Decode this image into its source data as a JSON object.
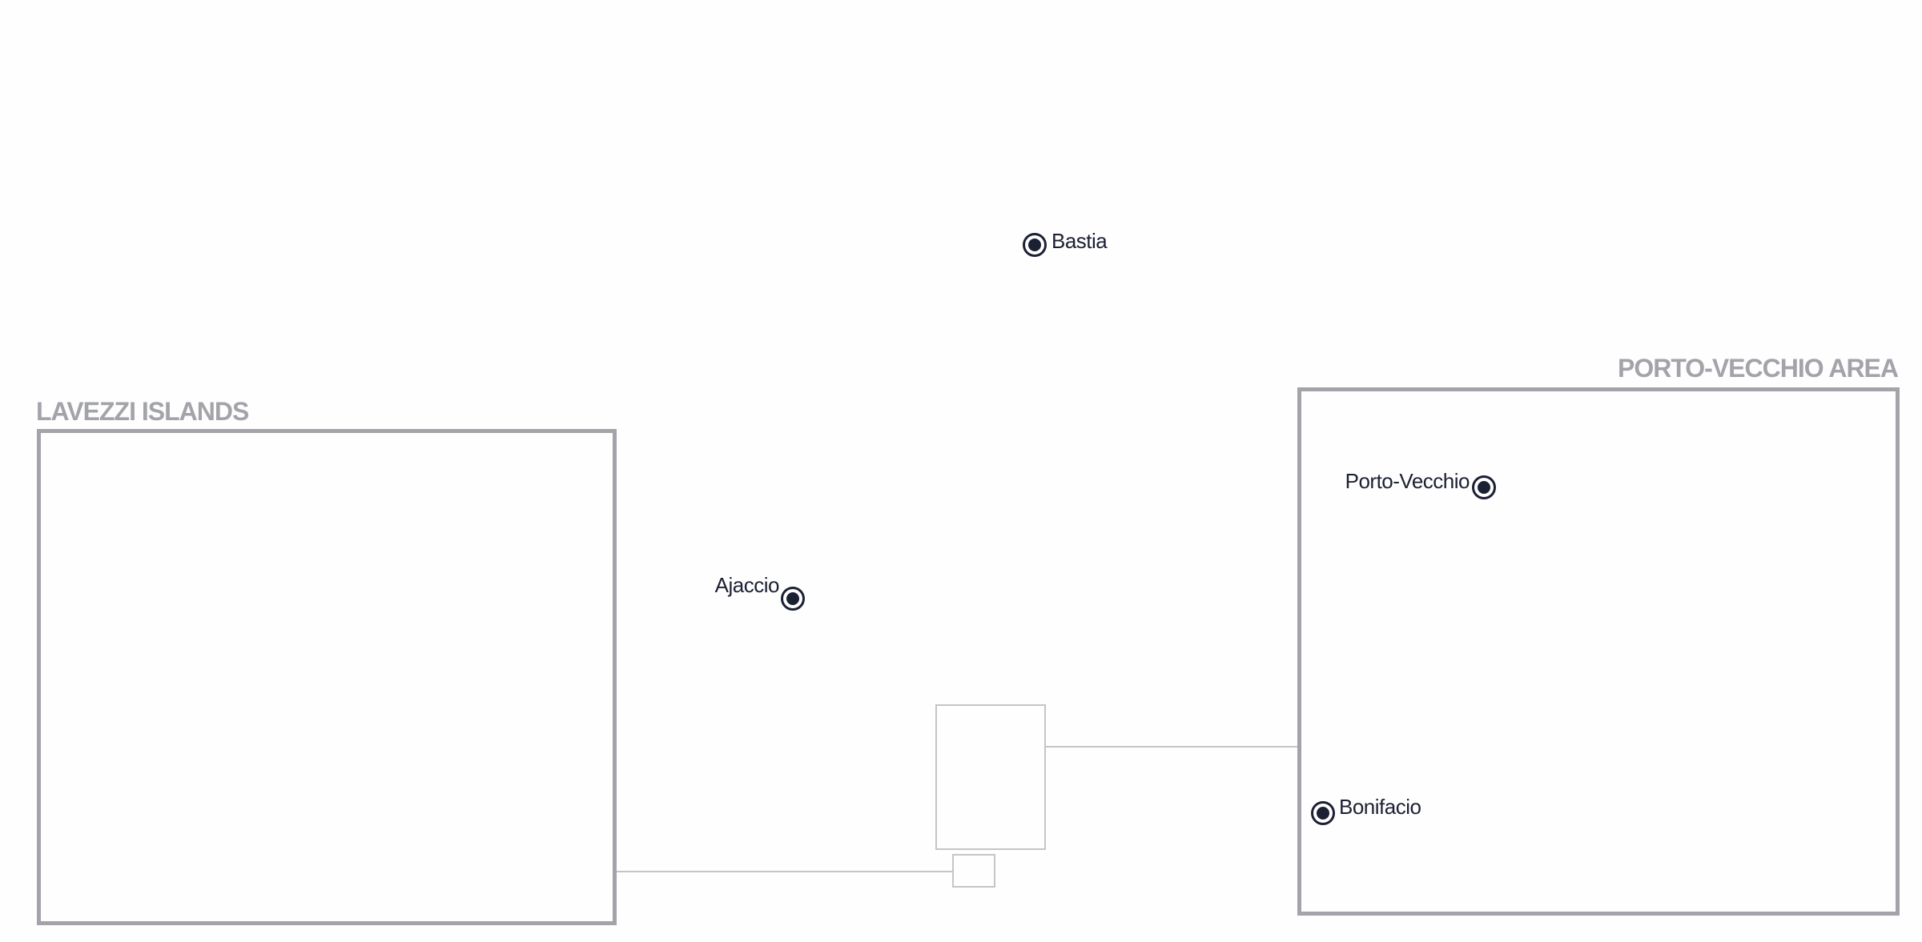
{
  "insets": {
    "lavezzi": {
      "title": "LAVEZZI ISLANDS"
    },
    "porto_vecchio_area": {
      "title": "PORTO-VECCHIO AREA"
    }
  },
  "cities": {
    "bastia": {
      "name": "Bastia"
    },
    "ajaccio": {
      "name": "Ajaccio"
    },
    "porto_vecchio": {
      "name": "Porto-Vecchio"
    },
    "bonifacio": {
      "name": "Bonifacio"
    }
  },
  "colors": {
    "frame": "#a3a4a9",
    "leader": "#c4c5c9",
    "marker": "#1c2033",
    "label": "#1c2033",
    "background": "#fefefe"
  }
}
